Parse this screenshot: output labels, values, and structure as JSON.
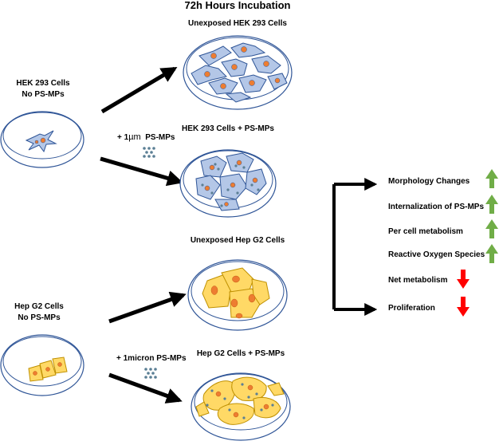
{
  "title": "72h Hours Incubation",
  "hek": {
    "start_line1": "HEK 293 Cells",
    "start_line2": "No PS-MPs",
    "unexposed": "Unexposed HEK 293 Cells",
    "exposed": "HEK 293 Cells + PS-MPs",
    "treatment_prefix": "+ 1",
    "treatment_unit": "µm",
    "treatment_suffix": "PS-MPs"
  },
  "hep": {
    "start_line1": "Hep G2 Cells",
    "start_line2": "No PS-MPs",
    "unexposed": "Unexposed Hep G2 Cells",
    "exposed": "Hep G2 Cells + PS-MPs",
    "treatment": "+ 1micron PS-MPs"
  },
  "outcomes": [
    {
      "label": "Morphology Changes",
      "direction": "up",
      "color": "#70ad47"
    },
    {
      "label": "Internalization of PS-MPs",
      "direction": "up",
      "color": "#70ad47"
    },
    {
      "label": "Per cell metabolism",
      "direction": "up",
      "color": "#70ad47"
    },
    {
      "label": "Reactive Oxygen Species",
      "direction": "up",
      "color": "#70ad47"
    },
    {
      "label": "Net metabolism",
      "direction": "down",
      "color": "#ff0000"
    },
    {
      "label": "Proliferation",
      "direction": "down",
      "color": "#ff0000"
    }
  ],
  "colors": {
    "dish": "#2f5597",
    "hek_cell": "#b4c7e7",
    "hep_cell": "#ffd966",
    "nucleus": "#ed7d31",
    "particle": "#5b7f95"
  }
}
